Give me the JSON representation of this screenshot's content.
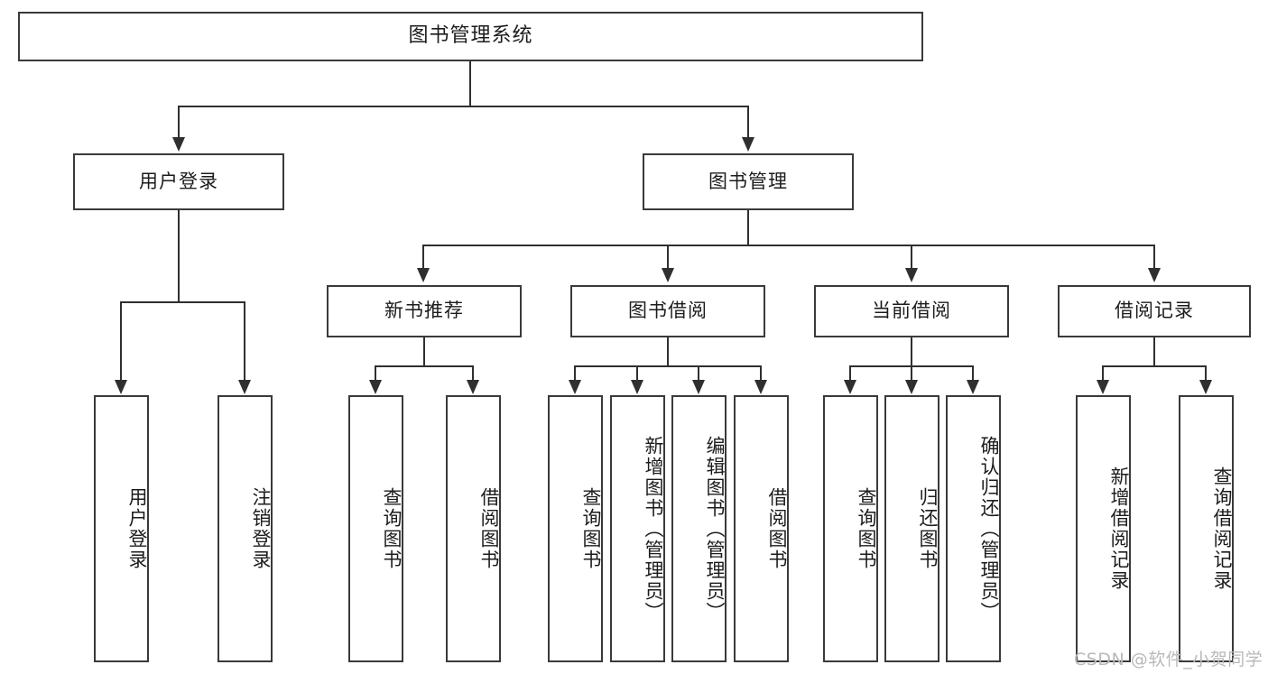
{
  "diagram": {
    "title": "图书管理系统",
    "root": {
      "label": "图书管理系统"
    },
    "level2": [
      {
        "label": "用户登录"
      },
      {
        "label": "图书管理"
      }
    ],
    "level3": [
      {
        "label": "新书推荐"
      },
      {
        "label": "图书借阅"
      },
      {
        "label": "当前借阅"
      },
      {
        "label": "借阅记录"
      }
    ],
    "leaves": {
      "user_login": [
        {
          "label": "用户登录"
        },
        {
          "label": "注销登录"
        }
      ],
      "new_book_recommend": [
        {
          "label": "查询图书"
        },
        {
          "label": "借阅图书"
        }
      ],
      "book_borrow": [
        {
          "label": "查询图书"
        },
        {
          "label": "新增图书（管理员）"
        },
        {
          "label": "编辑图书（管理员）"
        },
        {
          "label": "借阅图书"
        }
      ],
      "current_borrow": [
        {
          "label": "查询图书"
        },
        {
          "label": "归还图书"
        },
        {
          "label": "确认归还（管理员）"
        }
      ],
      "borrow_record": [
        {
          "label": "新增借阅记录"
        },
        {
          "label": "查询借阅记录"
        }
      ]
    }
  },
  "watermark": {
    "text": "CSDN @软件_小贺同学"
  },
  "colors": {
    "box_border": "#3a3a3a",
    "connector": "#2f2f2f",
    "text": "#1c1c1c",
    "background": "#ffffff",
    "watermark": "#b9b9b9"
  }
}
